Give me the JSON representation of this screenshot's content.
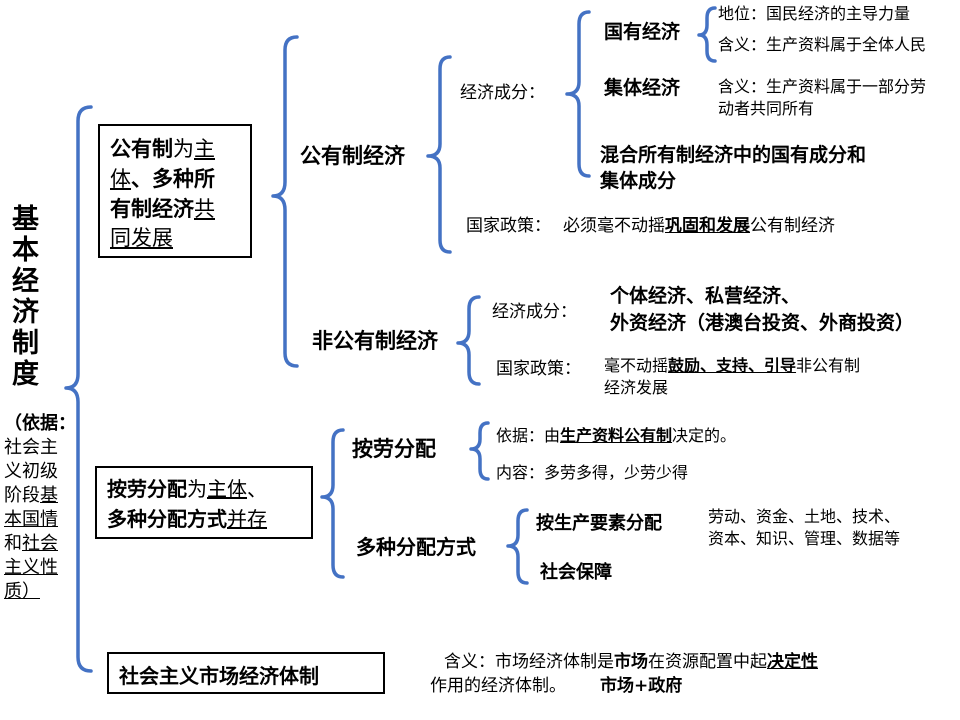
{
  "root": {
    "title_chars": [
      "基",
      "本",
      "经",
      "济",
      "制",
      "度"
    ],
    "basis_lines": [
      {
        "a": "（依据：",
        "b": ""
      },
      {
        "a": "社会主",
        "b": ""
      },
      {
        "a": "义初级",
        "b": ""
      },
      {
        "a": "阶段",
        "b": "基"
      },
      {
        "a": "",
        "b": "本国情"
      },
      {
        "a": "和",
        "b": "社会"
      },
      {
        "a": "",
        "b": "主义性"
      },
      {
        "a": "",
        "b": "质）"
      }
    ]
  },
  "box1": {
    "l1a": "公有制",
    "l1b": "为",
    "l1c": "主",
    "l2a": "体",
    "l2b": "、多种所",
    "l3a": "有制经济",
    "l3b": "共",
    "l4": "同发展"
  },
  "public": {
    "label": "公有制经济",
    "components_label": "经济成分：",
    "state": {
      "name": "国有经济",
      "status": "地位：国民经济的主导力量",
      "meaning": "含义：生产资料属于全体人民"
    },
    "collective": {
      "name": "集体经济",
      "meaning_l1": "含义：生产资料属于一部分劳",
      "meaning_l2": "动者共同所有"
    },
    "mixed_l1": "混合所有制经济中的国有成分和",
    "mixed_l2": "集体成分",
    "policy_label": "国家政策：",
    "policy_a": "必须毫不动摇",
    "policy_b": "巩固和发展",
    "policy_c": "公有制经济"
  },
  "nonpublic": {
    "label": "非公有制经济",
    "components_label": "经济成分：",
    "components_l1": "个体经济、私营经济、",
    "components_l2": "外资经济（港澳台投资、外商投资）",
    "policy_label": "国家政策：",
    "policy_a": "毫不动摇",
    "policy_b": "鼓励、支持、引导",
    "policy_c": "非公有制",
    "policy_l2": "经济发展"
  },
  "box2": {
    "l1a": "按劳分配",
    "l1b": "为",
    "l1c": "主体",
    "l1d": "、",
    "l2a": "多种分配方式",
    "l2b": "并存"
  },
  "labor": {
    "label": "按劳分配",
    "basis_a": "依据：由",
    "basis_b": "生产资料公有制",
    "basis_c": "决定的。",
    "content": "内容：多劳多得，少劳少得"
  },
  "multi": {
    "label": "多种分配方式",
    "factor_label": "按生产要素分配",
    "factors_l1": "劳动、资金、土地、技术、",
    "factors_l2": "资本、知识、管理、数据等",
    "social": "社会保障"
  },
  "box3": {
    "label": "社会主义市场经济体制"
  },
  "market": {
    "a": "含义：市场经济体制是",
    "b": "市场",
    "c": "在资源配置中起",
    "d": "决定性",
    "l2a": "作用的经济体制。",
    "l2b": "市场+政府"
  },
  "colors": {
    "bracket": "#4472c4",
    "text": "#000000",
    "box_border": "#000000"
  }
}
